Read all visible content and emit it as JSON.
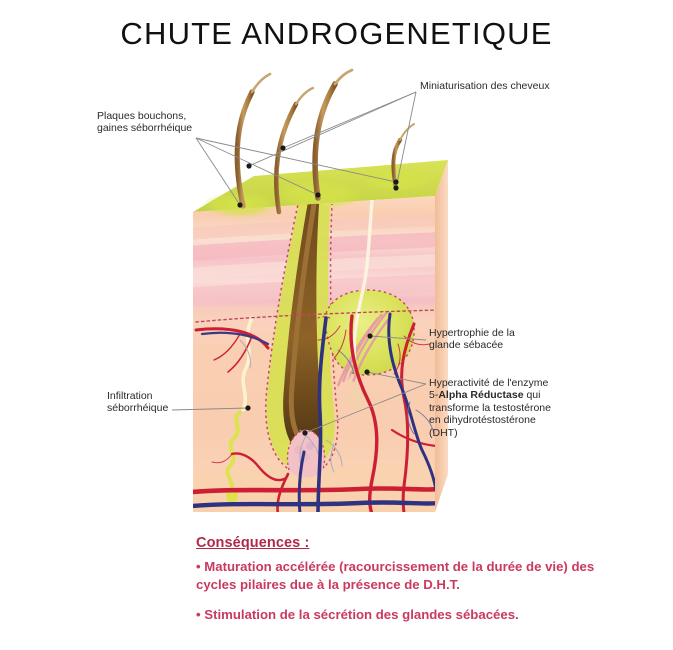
{
  "title": "CHUTE ANDROGENETIQUE",
  "labels": {
    "miniaturisation": "Miniaturisation des cheveux",
    "plaques": "Plaques bouchons,\ngaines séborrhéique",
    "hypertrophie": "Hypertrophie de la\nglande sébacée",
    "enzyme_pre": "Hyperactivité de l'enzyme\n5-",
    "enzyme_bold": "Alpha Réductase",
    "enzyme_post": " qui\ntransforme la testostérone\nen dihydrotéstostérone\n(DHT)",
    "infiltration": "Infiltration\nséborrhéique"
  },
  "conclusions": {
    "heading": "Conséquences :",
    "bullet1": "• Maturation accélérée (racourcissement de la durée de vie) des cycles pilaires due à la présence de D.H.T.",
    "bullet2": "• Stimulation de la sécrétion des glandes sébacées."
  },
  "colors": {
    "title": "#111111",
    "label_text": "#2a2a2a",
    "leader_line": "#7a7a7a",
    "heading_red": "#b02a48",
    "bullet_red": "#c93a5e",
    "sebum_green": "#cddc39",
    "hair_brown": "#a0763f",
    "artery_red": "#cc1f35",
    "vein_blue": "#2f3280",
    "skin_peach": "#f7c9a8",
    "skin_pink": "#f7bfc4",
    "gland_yellow": "#d8e05a"
  }
}
